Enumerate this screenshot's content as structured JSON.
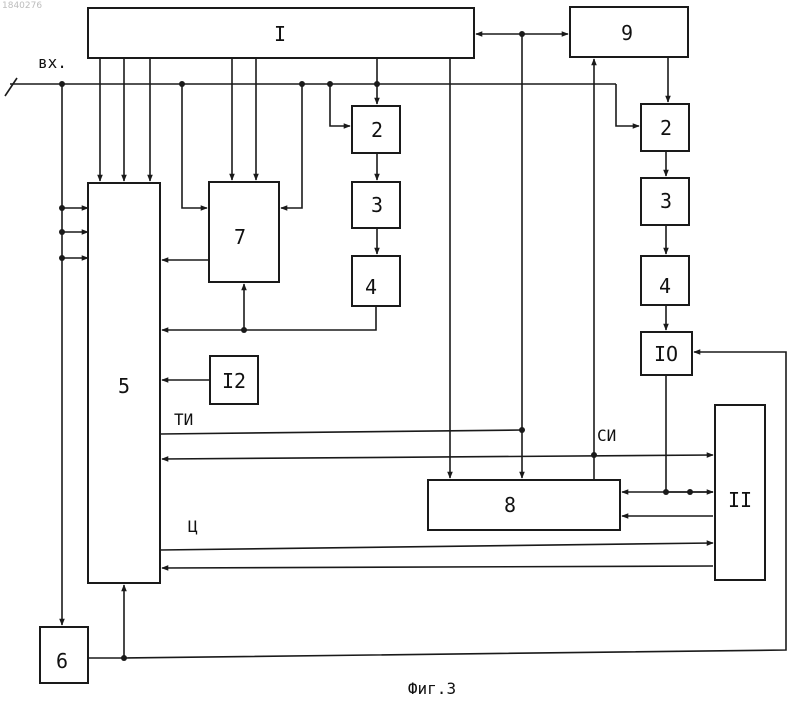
{
  "document_number": "1840276",
  "caption": "Фиг.3",
  "input_label": "вх.",
  "signal_labels": {
    "ti": "ТИ",
    "si": "СИ",
    "ts": "Ц"
  },
  "blocks": {
    "b1": "I",
    "b2_left": "2",
    "b3_left": "3",
    "b4_left": "4",
    "b5": "5",
    "b6": "6",
    "b7": "7",
    "b8": "8",
    "b9": "9",
    "b2_right": "2",
    "b3_right": "3",
    "b4_right": "4",
    "b10": "IO",
    "b11": "II",
    "b12": "I2"
  }
}
